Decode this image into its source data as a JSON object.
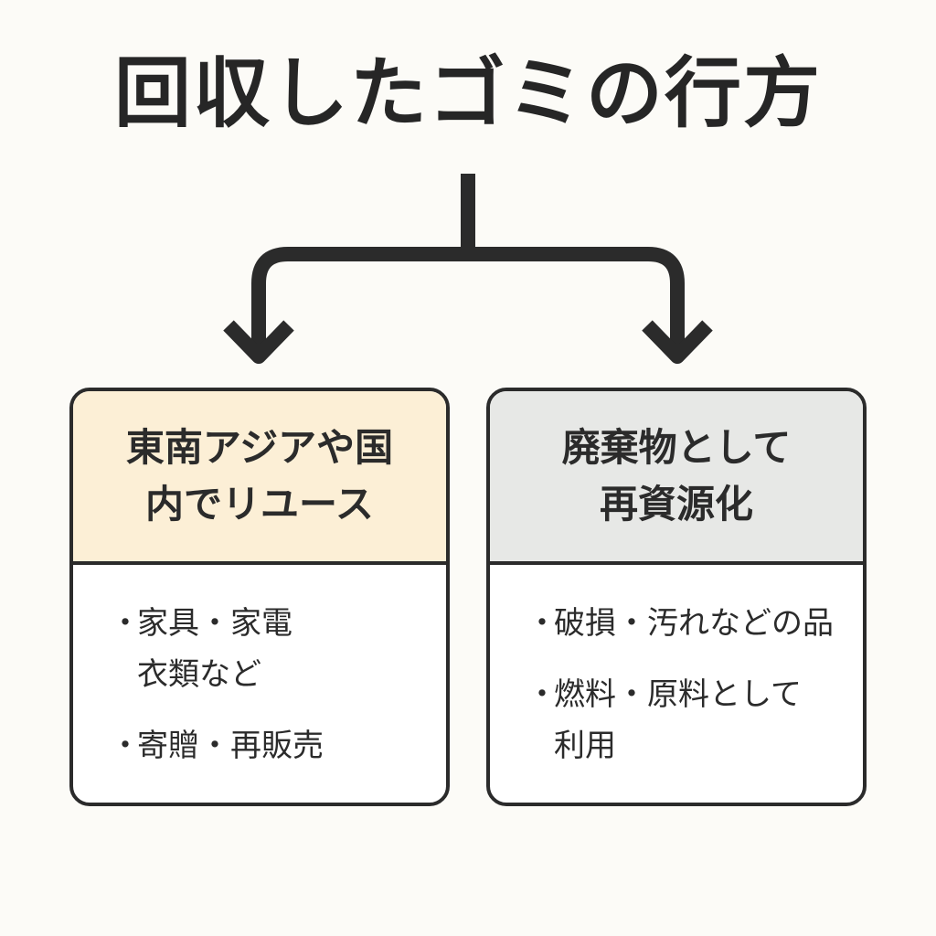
{
  "title": "回収したゴミの行方",
  "colors": {
    "background": "#fcfbf7",
    "stroke": "#2b2b2b",
    "left_header": "#fcefd6",
    "right_header": "#e7e8e6",
    "body": "#ffffff"
  },
  "left": {
    "heading": [
      "東南アジアや国",
      "内でリユース"
    ],
    "items": [
      {
        "bullet": "・",
        "lines": [
          "家具・家電",
          "衣類など"
        ]
      },
      {
        "bullet": "・",
        "lines": [
          "寄贈・再販売"
        ]
      }
    ]
  },
  "right": {
    "heading": [
      "廃棄物として",
      "再資源化"
    ],
    "items": [
      {
        "bullet": "・",
        "lines": [
          "破損・汚れなどの品"
        ]
      },
      {
        "bullet": "・",
        "lines": [
          "燃料・原料として",
          "利用"
        ]
      }
    ]
  }
}
